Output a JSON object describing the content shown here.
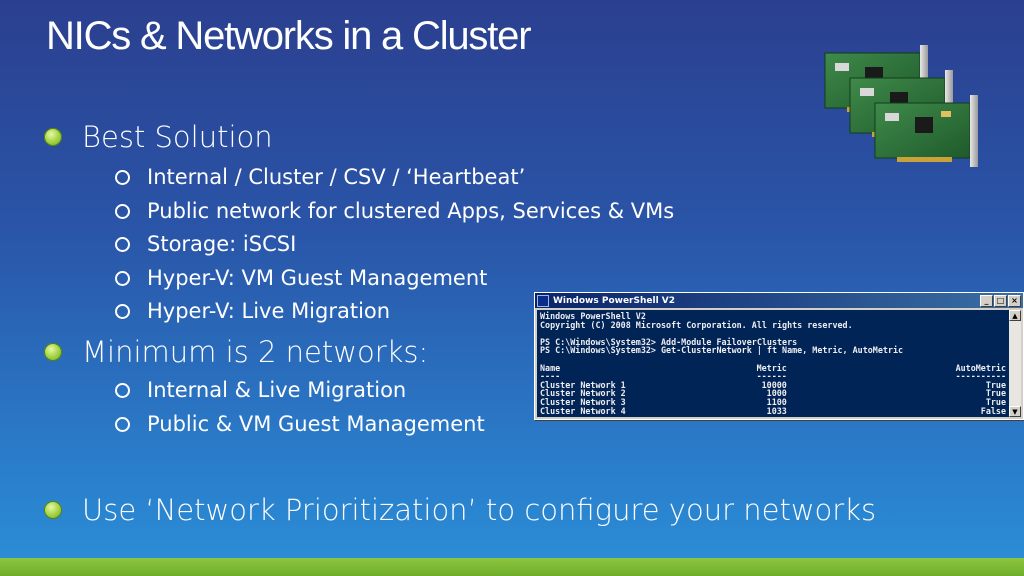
{
  "slide": {
    "title": "NICs & Networks in a Cluster",
    "bullets": [
      {
        "text": "Best Solution",
        "sub": [
          "Internal / Cluster / CSV / ‘Heartbeat’",
          "Public network for clustered Apps, Services & VMs",
          "Storage: iSCSI",
          "Hyper-V: VM Guest Management",
          "Hyper-V: Live Migration"
        ]
      },
      {
        "text": "Minimum is 2 networks:",
        "sub": [
          "Internal & Live Migration",
          "Public & VM Guest Management"
        ]
      },
      {
        "text": "Use ‘Network Prioritization’ to configure your networks",
        "sub": []
      }
    ]
  },
  "powershell": {
    "window_title": "Windows PowerShell V2",
    "header_lines": [
      "Windows PowerShell V2",
      "Copyright (C) 2008 Microsoft Corporation. All rights reserved."
    ],
    "commands": [
      "PS C:\\Windows\\System32> Add-Module FailoverClusters",
      "PS C:\\Windows\\System32> Get-ClusterNetwork | ft Name, Metric, AutoMetric"
    ],
    "table": {
      "columns": [
        "Name",
        "Metric",
        "AutoMetric"
      ],
      "underlines": [
        "----",
        "------",
        "----------"
      ],
      "rows": [
        [
          "Cluster Network 1",
          "10000",
          "True"
        ],
        [
          "Cluster Network 2",
          "1000",
          "True"
        ],
        [
          "Cluster Network 3",
          "1100",
          "True"
        ],
        [
          "Cluster Network 4",
          "1033",
          "False"
        ]
      ]
    },
    "buttons": {
      "minimize": "_",
      "maximize": "□",
      "close": "×"
    }
  },
  "colors": {
    "accent_green": "#8cc63f",
    "console_bg": "#012456"
  },
  "icons": [
    "network-card-icon",
    "powershell-icon"
  ]
}
